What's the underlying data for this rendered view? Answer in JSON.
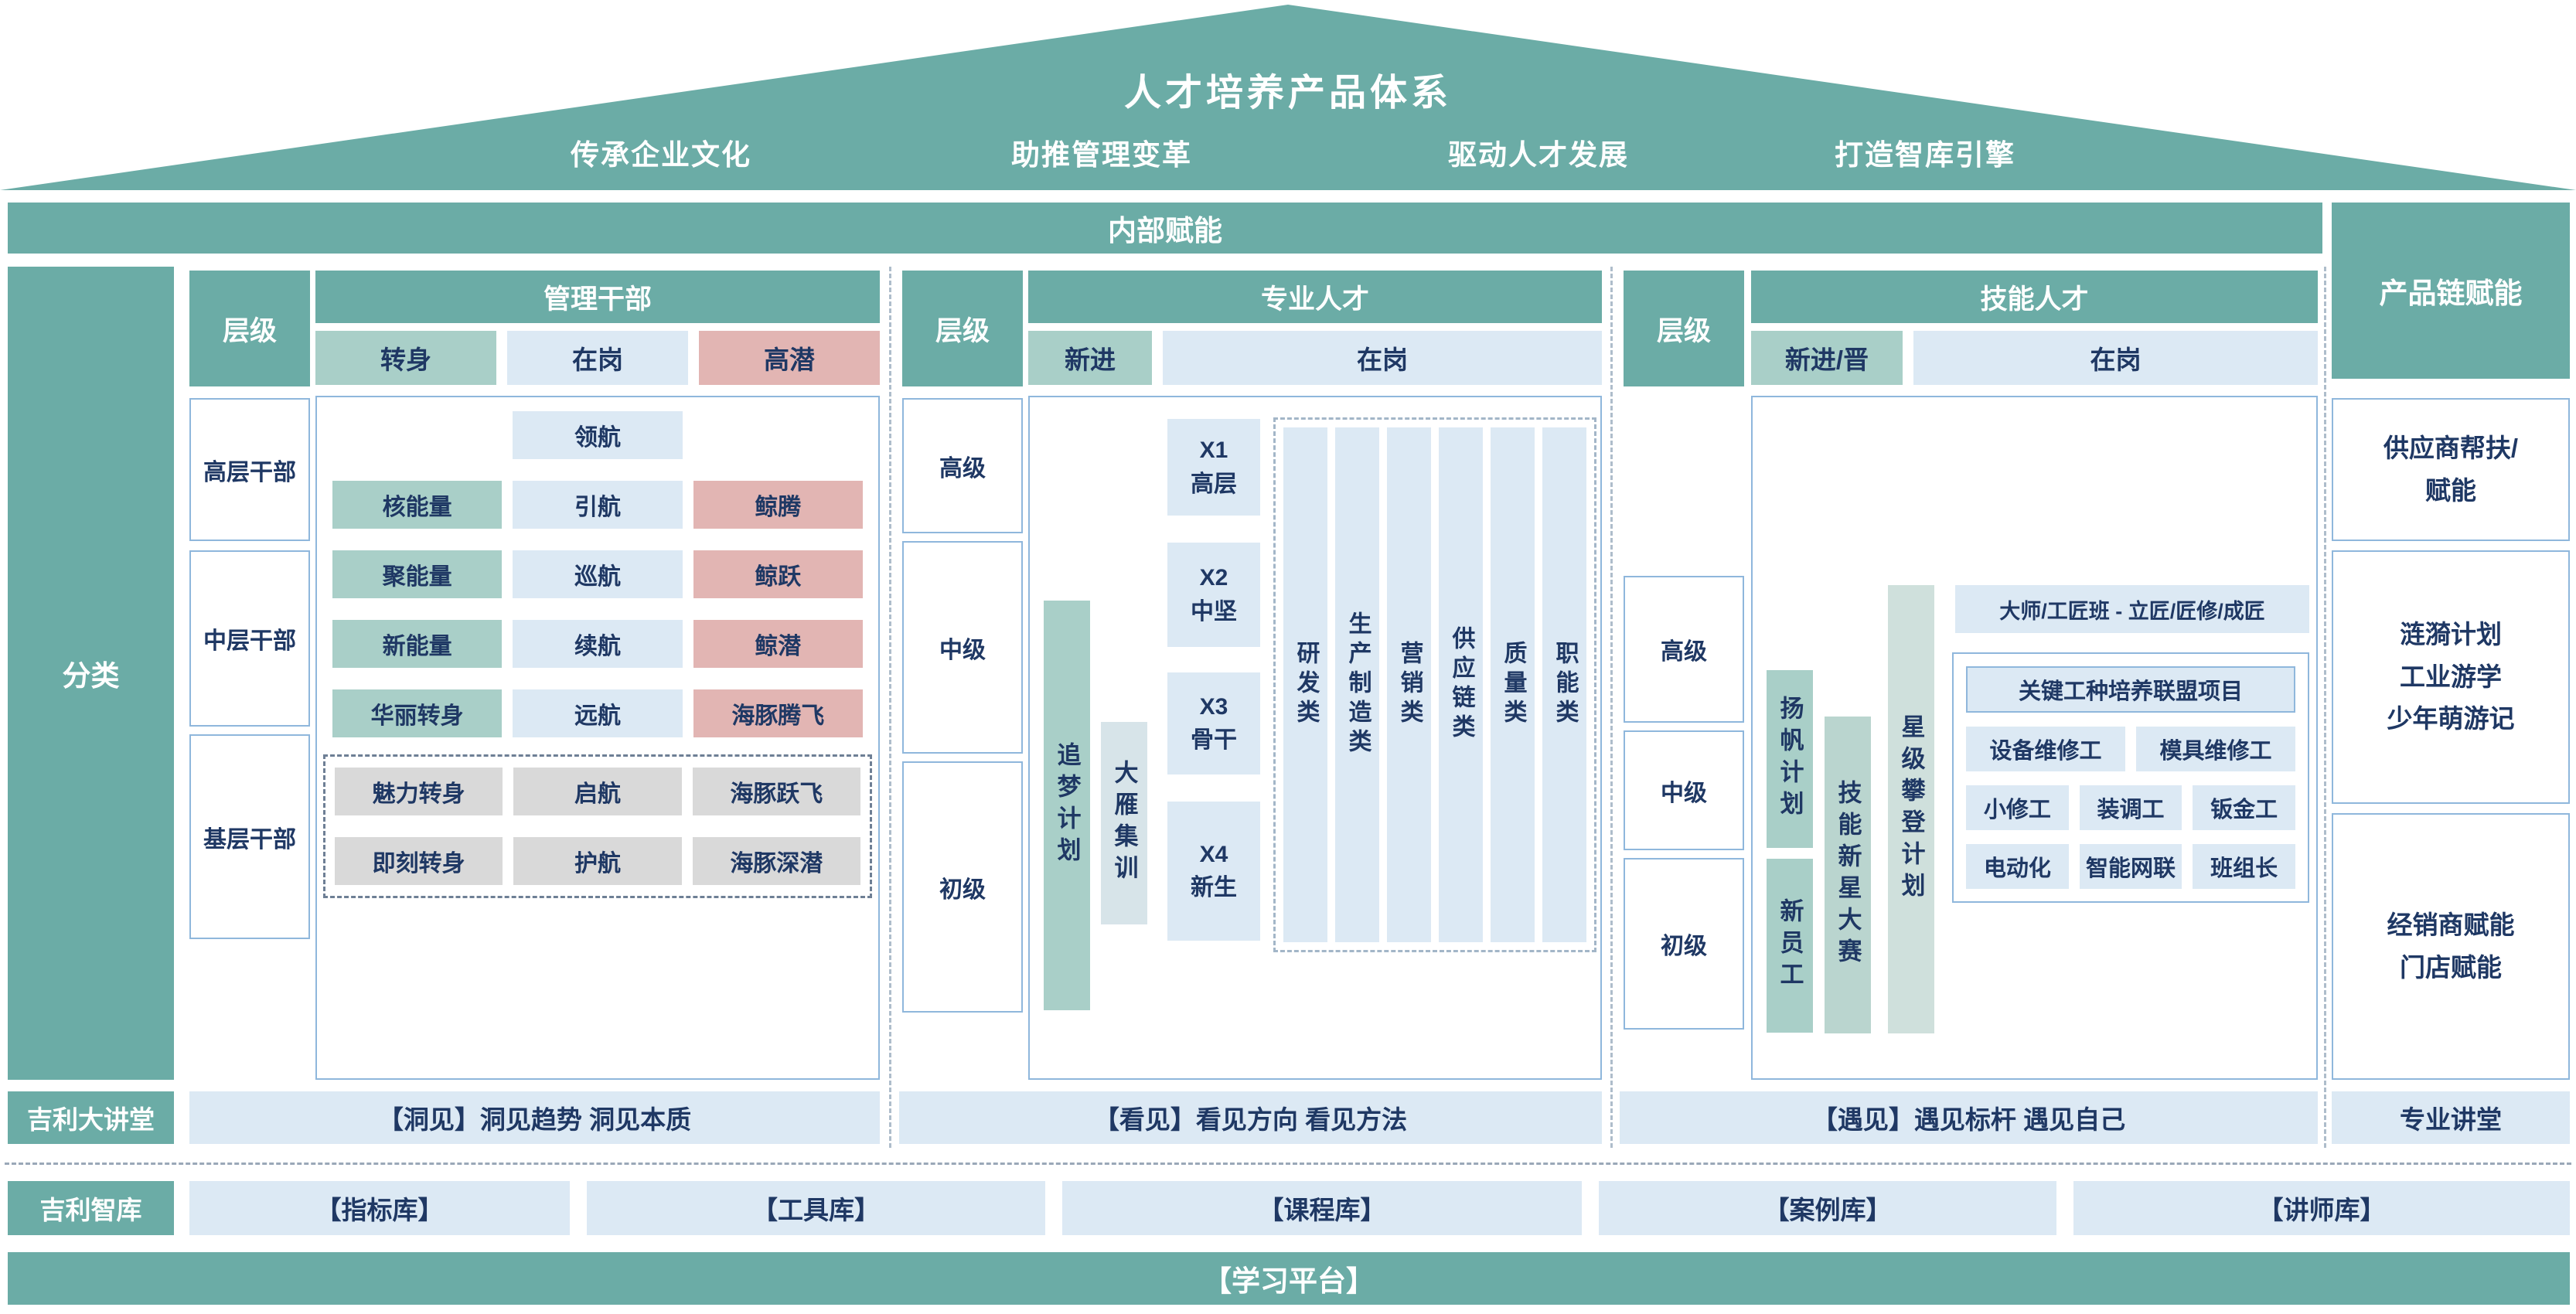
{
  "roof": {
    "title": "人才培养产品体系",
    "slogans": [
      "传承企业文化",
      "助推管理变革",
      "驱动人才发展",
      "打造智库引擎"
    ]
  },
  "top_banner": "内部赋能",
  "left": {
    "category": "分类",
    "lecture": "吉利大讲堂",
    "library": "吉利智库"
  },
  "management": {
    "level_header": "层级",
    "title": "管理干部",
    "columns": [
      "转身",
      "在岗",
      "高潜"
    ],
    "levels": [
      "高层干部",
      "中层干部",
      "基层干部"
    ],
    "rows": [
      [
        "",
        "领航",
        ""
      ],
      [
        "核能量",
        "引航",
        "鲸腾"
      ],
      [
        "聚能量",
        "巡航",
        "鲸跃"
      ],
      [
        "新能量",
        "续航",
        "鲸潜"
      ],
      [
        "华丽转身",
        "远航",
        "海豚腾飞"
      ],
      [
        "魅力转身",
        "启航",
        "海豚跃飞"
      ],
      [
        "即刻转身",
        "护航",
        "海豚深潜"
      ]
    ]
  },
  "professional": {
    "level_header": "层级",
    "title": "专业人才",
    "columns": [
      "新进",
      "在岗"
    ],
    "levels": [
      "高级",
      "中级",
      "初级"
    ],
    "dream_plan": "追梦计划",
    "goose_camp": "大雁集训",
    "x_levels": [
      "X1\n高层",
      "X2\n中坚",
      "X3\n骨干",
      "X4\n新生"
    ],
    "categories": [
      "研发类",
      "生产制造类",
      "营销类",
      "供应链类",
      "质量类",
      "职能类"
    ]
  },
  "skill": {
    "level_header": "层级",
    "title": "技能人才",
    "columns": [
      "新进/晋",
      "在岗"
    ],
    "levels": [
      "高级",
      "中级",
      "初级"
    ],
    "sail_plan": "扬帆计划",
    "new_staff": "新员工",
    "star_contest": "技能新星大赛",
    "star_climb": "星级攀登计划",
    "master_class": "大师/工匠班 - 立匠/匠修/成匠",
    "alliance": "关键工种培养联盟项目",
    "jobs": [
      [
        "设备维修工",
        "模具维修工"
      ],
      [
        "小修工",
        "装调工",
        "钣金工"
      ],
      [
        "电动化",
        "智能网联",
        "班组长"
      ]
    ]
  },
  "product_chain": {
    "title": "产品链赋能",
    "boxes": [
      "供应商帮扶/\n赋能",
      "涟漪计划\n工业游学\n少年萌游记",
      "经销商赋能\n门店赋能"
    ],
    "lecture": "专业讲堂"
  },
  "lecture_row": [
    "【洞见】洞见趋势 洞见本质",
    "【看见】看见方向 看见方法",
    "【遇见】遇见标杆 遇见自己"
  ],
  "library_row": [
    "【指标库】",
    "【工具库】",
    "【课程库】",
    "【案例库】",
    "【讲师库】"
  ],
  "bottom_banner": "【学习平台】",
  "colors": {
    "teal": "#6BACA6",
    "light_teal": "#A9CFC8",
    "mid_teal": "#BAD5CF",
    "pale_teal": "#CFE0DC",
    "pale_blue": "#D7E4E9",
    "light_blue": "#DCE9F4",
    "pink": "#E2B5B3",
    "gray": "#D9D9D9",
    "navy": "#1F3864",
    "border_blue": "#8FB7DC"
  }
}
